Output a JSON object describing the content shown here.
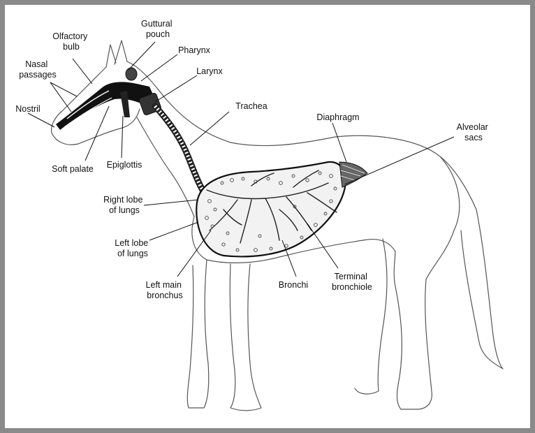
{
  "labels": {
    "guttural_pouch": [
      "Guttural",
      "pouch"
    ],
    "olfactory_bulb": [
      "Olfactory",
      "bulb"
    ],
    "pharynx": [
      "Pharynx"
    ],
    "nasal_passages": [
      "Nasal",
      "passages"
    ],
    "larynx": [
      "Larynx"
    ],
    "nostril": [
      "Nostril"
    ],
    "trachea": [
      "Trachea"
    ],
    "diaphragm": [
      "Diaphragm"
    ],
    "alveolar_sacs": [
      "Alveolar",
      "sacs"
    ],
    "soft_palate": [
      "Soft palate"
    ],
    "epiglottis": [
      "Epiglottis"
    ],
    "right_lobe": [
      "Right lobe",
      "of lungs"
    ],
    "left_lobe": [
      "Left lobe",
      "of lungs"
    ],
    "left_main_bronchus": [
      "Left main",
      "bronchus"
    ],
    "bronchi": [
      "Bronchi"
    ],
    "terminal_bronchiole": [
      "Terminal",
      "bronchiole"
    ]
  },
  "colors": {
    "frame": "#8a8a8a",
    "ink": "#111111",
    "outline": "#555555",
    "airway": "#111111",
    "lung_fill": "#f2f2f2"
  }
}
